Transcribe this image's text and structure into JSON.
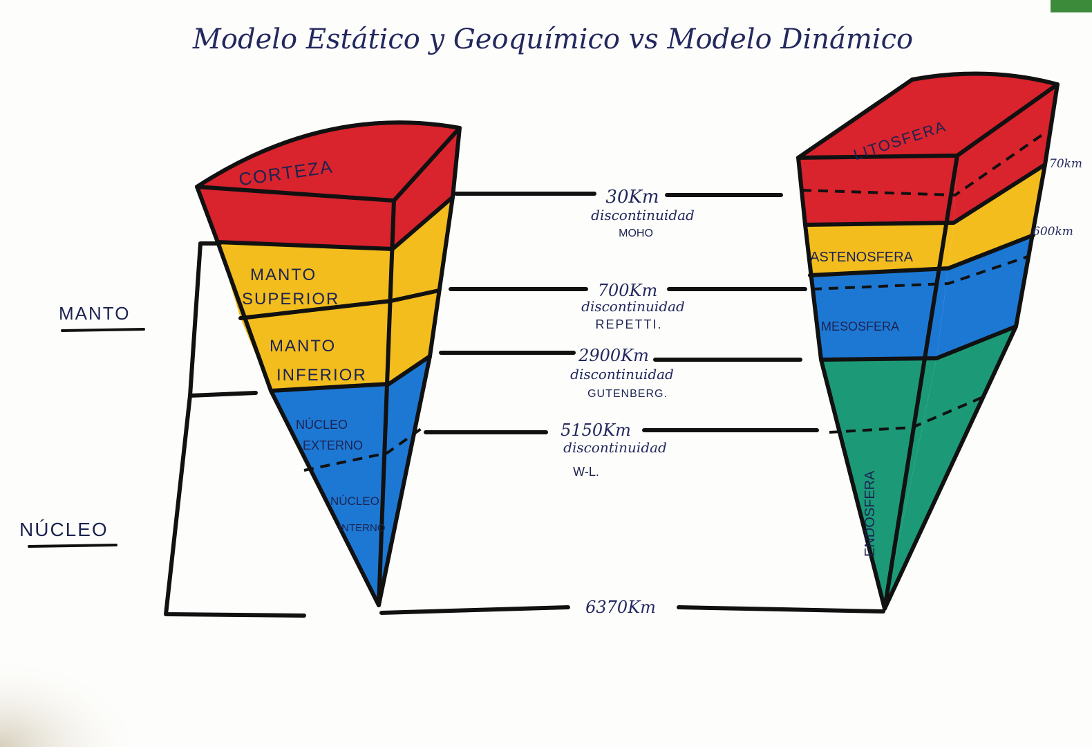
{
  "title": "Modelo Estático y Geoquímico vs Modelo Dinámico",
  "colors": {
    "red": "#d9232d",
    "yellow": "#f3bd1d",
    "blue": "#1d78d4",
    "green": "#1c9a78",
    "ink": "#23285e"
  },
  "left_model": {
    "layers": {
      "corteza": "CORTEZA",
      "manto_superior_1": "MANTO",
      "manto_superior_2": "SUPERIOR",
      "manto_inferior_1": "MANTO",
      "manto_inferior_2": "INFERIOR",
      "nucleo_externo_1": "NÚCLEO",
      "nucleo_externo_2": "EXTERNO",
      "nucleo_interno_1": "NÚCLEO",
      "nucleo_interno_2": "INTERNO"
    },
    "groups": {
      "manto": "MANTO",
      "nucleo": "NÚCLEO"
    }
  },
  "right_model": {
    "layers": {
      "litosfera": "LITOSFERA",
      "astenosfera": "ASTENOSFERA",
      "mesosfera": "MESOSFERA",
      "endosfera": "ENDOSFERA"
    },
    "side_depths": {
      "d70": "70km",
      "d600": "600km"
    }
  },
  "discontinuities": [
    {
      "depth": "30Km",
      "line1": "discontinuidad",
      "line2": "MOHO"
    },
    {
      "depth": "700Km",
      "line1": "discontinuidad",
      "line2": "REPETTI."
    },
    {
      "depth": "2900Km",
      "line1": "discontinuidad",
      "line2": "GUTENBERG."
    },
    {
      "depth": "5150Km",
      "line1": "discontinuidad",
      "line2": "W-L."
    },
    {
      "depth": "6370Km",
      "line1": "",
      "line2": ""
    }
  ]
}
